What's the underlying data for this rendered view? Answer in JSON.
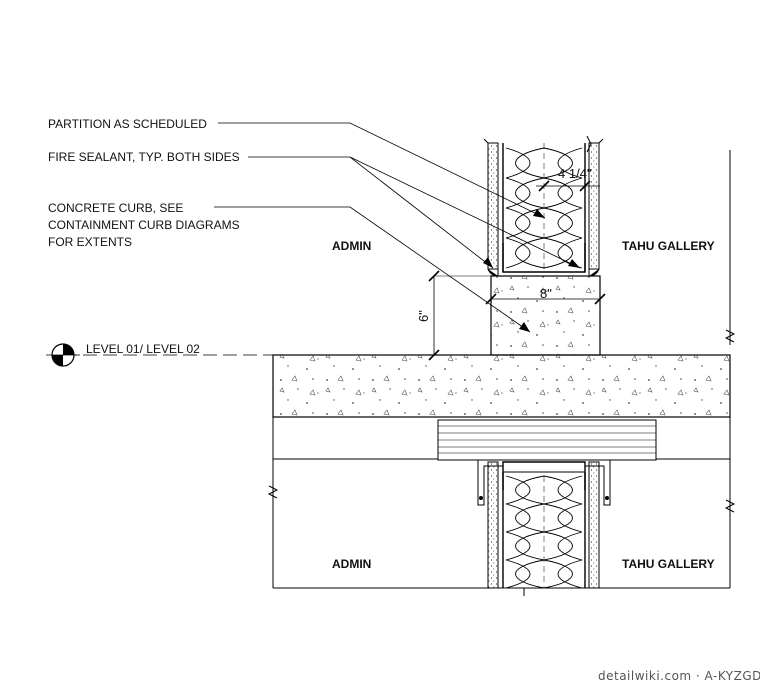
{
  "notes": {
    "partition": "PARTITION AS SCHEDULED",
    "sealant": "FIRE SEALANT, TYP. BOTH SIDES",
    "curb_line1": "CONCRETE CURB, SEE",
    "curb_line2": "CONTAINMENT CURB DIAGRAMS",
    "curb_line3": "FOR EXTENTS"
  },
  "rooms": {
    "upper_left": "ADMIN",
    "upper_right": "TAHU GALLERY",
    "lower_left": "ADMIN",
    "lower_right": "TAHU GALLERY"
  },
  "dimensions": {
    "wall_thickness": "4 1/4\"",
    "curb_width": "8\"",
    "curb_height": "6\""
  },
  "level": "LEVEL 01/ LEVEL 02",
  "watermark": "detailwiki.com · A-KYZGD"
}
